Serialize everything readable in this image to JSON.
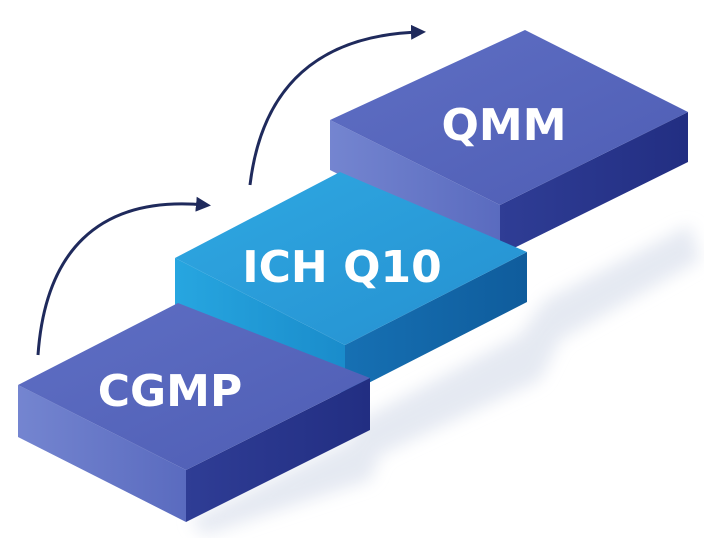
{
  "steps": [
    {
      "label": "CGMP"
    },
    {
      "label": "ICH Q10"
    },
    {
      "label": "QMM"
    }
  ],
  "arrows": [
    {
      "from": "CGMP",
      "to": "ICH Q10"
    },
    {
      "from": "ICH Q10",
      "to": "QMM"
    }
  ],
  "colors": {
    "step_blue_top": "#5566bb",
    "step_blue_side": "#4a5ab0",
    "step_blue_front": "#3b48a0",
    "step_cyan_top": "#2a9fd9",
    "step_cyan_side": "#1f8ccc",
    "step_cyan_front": "#1670b3",
    "arrow": "#1f2a5c",
    "shadow": "#dfe4ef"
  }
}
